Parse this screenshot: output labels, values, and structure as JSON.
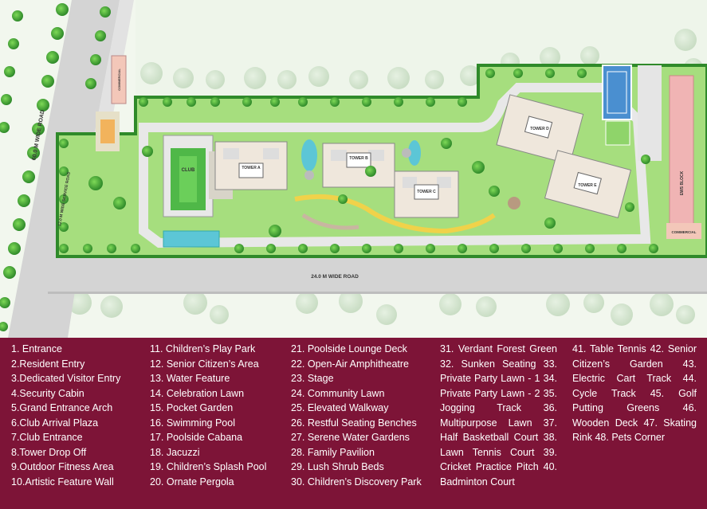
{
  "map": {
    "towers": [
      "TOWER A",
      "TOWER B",
      "TOWER C",
      "TOWER D",
      "TOWER E"
    ],
    "club_label": "CLUB",
    "road_bottom": "24.0 M WIDE ROAD",
    "road_left": "60.0 M WIDE ROAD",
    "service_road": "12.0 M WIDE SERVICE ROAD",
    "commercial_top": "COMMERCIAL",
    "commercial_right": "COMMERCIAL",
    "ews_block": "EWS BLOCK"
  },
  "legend": {
    "col1": [
      "1. Entrance",
      "2.Resident Entry",
      "3.Dedicated Visitor Entry",
      "4.Security Cabin",
      "5.Grand Entrance Arch",
      "6.Club Arrival Plaza",
      "7.Club Entrance",
      "8.Tower Drop Off",
      "9.Outdoor Fitness Area",
      "10.Artistic Feature Wall"
    ],
    "col2": [
      "11. Children’s Play Park",
      "12. Senior Citizen’s Area",
      "13. Water Feature",
      "14. Celebration Lawn",
      "15. Pocket Garden",
      "16. Swimming Pool",
      "17. Poolside Cabana",
      "18. Jacuzzi",
      "19. Children’s Splash Pool",
      "20. Ornate Pergola"
    ],
    "col3": [
      "21. Poolside Lounge Deck",
      "22. Open-Air Amphitheatre",
      "23. Stage",
      "24. Community Lawn",
      "25. Elevated Walkway",
      "26. Restful Seating Benches",
      "27. Serene Water Gardens",
      "28. Family Pavilion",
      "29. Lush Shrub Beds",
      "30. Children’s Discovery Park"
    ],
    "col4": [
      "31. Verdant Forest Green",
      "32. Sunken Seating 33.",
      "Private Party Lawn - 1 34.",
      "Private Party Lawn - 2 35.",
      "Jogging Track 36.",
      "Multipurpose Lawn 37.",
      "Half Basketball Court 38.",
      "Lawn Tennis Court 39.",
      "Cricket Practice Pitch 40.",
      "Badminton Court"
    ],
    "col5": [
      "41. Table Tennis 42. Senior",
      "Citizen’s Garden 43.",
      "Electric Cart Track 44.",
      "Cycle Track 45. Golf",
      "Putting Greens 46.",
      "Wooden Deck 47. Skating",
      "Rink 48. Pets Corner"
    ]
  },
  "colors": {
    "legend_bg": "#7d1437",
    "lawn": "#8fd46a",
    "road": "#d4d4d4",
    "water": "#5cc6d6"
  }
}
